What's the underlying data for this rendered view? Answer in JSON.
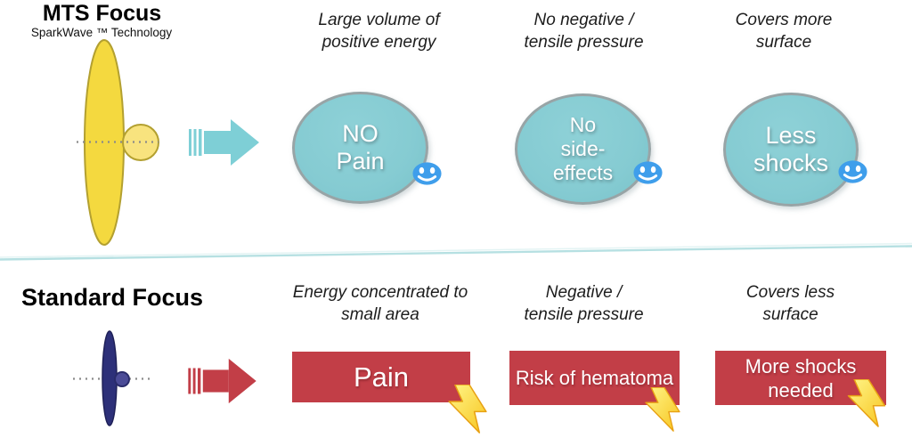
{
  "colors": {
    "teal": "#85cbd2",
    "teal_border": "#98a4a6",
    "teal_arrow": "#7ecfd6",
    "red": "#c23e47",
    "yellow": "#f4d93f",
    "yellow_light": "#f8e37e",
    "yellow_border": "#b3a030",
    "navy": "#2d3079",
    "navy_light": "#4b4b97",
    "smiley_blue": "#3f9eeb",
    "divider": "#b6e0e2",
    "bolt_yellow": "#ffe95e",
    "label_text": "#1c1c1c",
    "bubble_text": "#ffffff"
  },
  "top_section": {
    "title": "MTS Focus",
    "subtitle": "SparkWave ™ Technology",
    "columns": [
      {
        "label_line1": "Large volume of",
        "label_line2": "positive energy",
        "bubble_lines": [
          "NO",
          "Pain"
        ]
      },
      {
        "label_line1": "No negative /",
        "label_line2": "tensile pressure",
        "bubble_lines": [
          "No",
          "side-",
          "effects"
        ]
      },
      {
        "label_line1": "Covers more",
        "label_line2": "surface",
        "bubble_lines": [
          "Less",
          "shocks"
        ]
      }
    ]
  },
  "bottom_section": {
    "title": "Standard Focus",
    "columns": [
      {
        "label_line1": "Energy concentrated to",
        "label_line2": "small area",
        "box_lines": [
          "Pain"
        ]
      },
      {
        "label_line1": "Negative /",
        "label_line2": "tensile pressure",
        "box_lines": [
          "Risk of hematoma"
        ]
      },
      {
        "label_line1": "Covers less",
        "label_line2": "surface",
        "box_lines": [
          "More shocks",
          "needed"
        ]
      }
    ]
  }
}
